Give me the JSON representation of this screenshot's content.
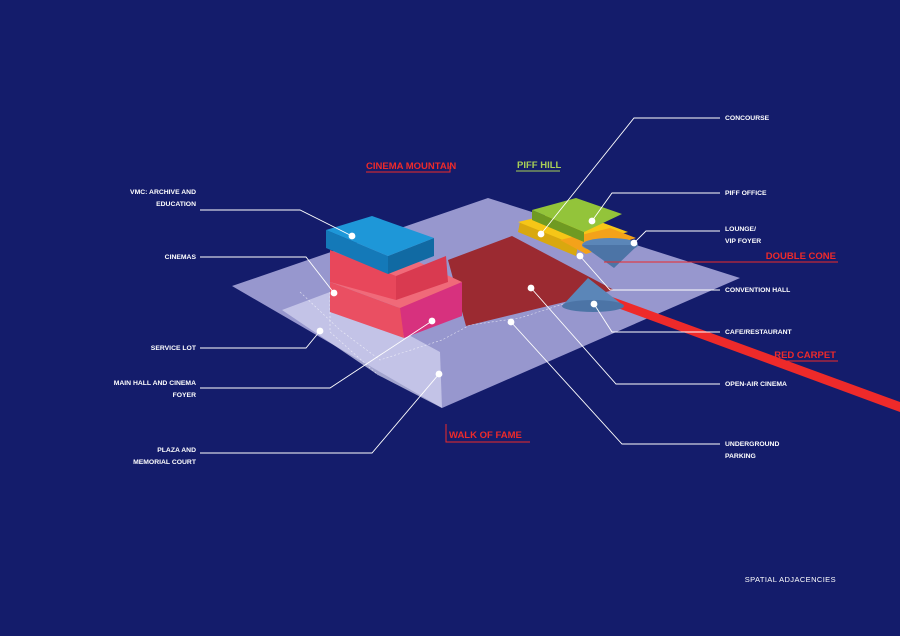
{
  "colors": {
    "background": "#141c6b",
    "site": "#b4b2e4",
    "plaza_light": "#d2d1ef",
    "convention": "#9b2a31",
    "cinema_blue": "#1e97d8",
    "cinema_red": "#ea4f62",
    "cinema_magenta": "#d7317e",
    "piff_green": "#93c43a",
    "piff_yellow": "#f6c617",
    "piff_orange": "#f4a21a",
    "cone": "#5b86b8",
    "accent_red": "#ee2a2a",
    "accent_green": "#a9cf56"
  },
  "titles": {
    "cinema_mountain": "CINEMA MOUNTAIN",
    "piff_hill": "PIFF HILL",
    "double_cone": "DOUBLE CONE",
    "red_carpet": "RED CARPET",
    "walk_of_fame": "WALK OF FAME"
  },
  "labels": {
    "vmc_1": "VMC: ARCHIVE AND",
    "vmc_2": "EDUCATION",
    "cinemas": "CINEMAS",
    "service_lot": "SERVICE LOT",
    "main_hall_1": "MAIN HALL AND CINEMA",
    "main_hall_2": "FOYER",
    "plaza_1": "PLAZA AND",
    "plaza_2": "MEMORIAL COURT",
    "concourse": "CONCOURSE",
    "piff_office": "PIFF OFFICE",
    "lounge_1": "LOUNGE/",
    "lounge_2": "VIP FOYER",
    "convention_hall": "CONVENTION HALL",
    "cafe": "CAFE/RESTAURANT",
    "open_air": "OPEN-AIR CINEMA",
    "parking_1": "UNDERGROUND",
    "parking_2": "PARKING"
  },
  "caption": "SPATIAL ADJACENCIES"
}
